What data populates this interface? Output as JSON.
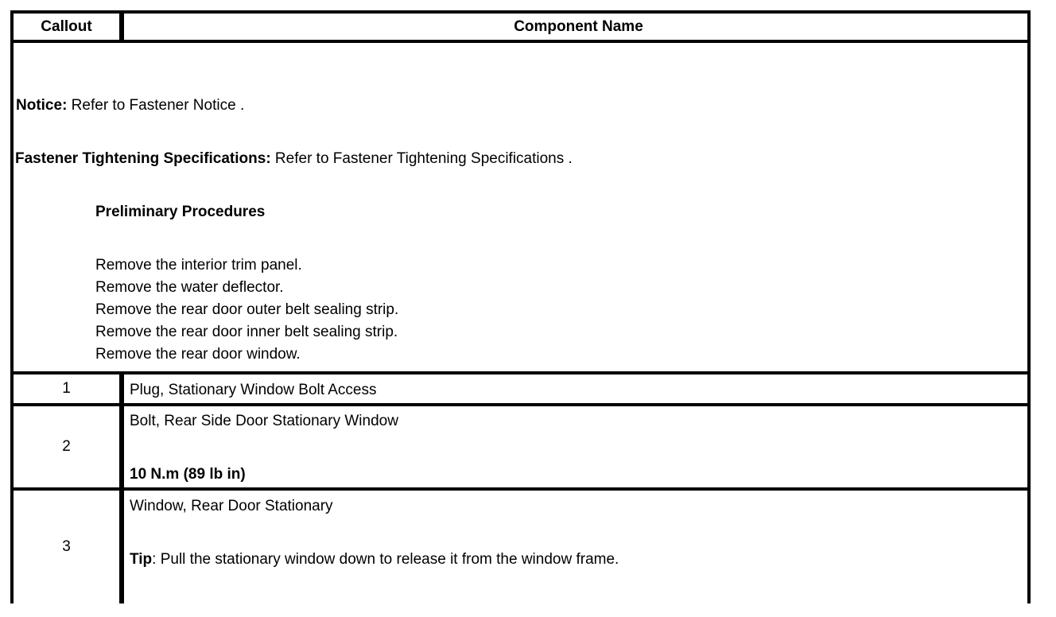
{
  "table": {
    "headers": {
      "callout": "Callout",
      "component_name": "Component Name"
    },
    "notice_block": {
      "notice_label": "Notice:",
      "notice_text": " Refer to Fastener Notice .",
      "fastener_label": "Fastener Tightening Specifications:",
      "fastener_text": " Refer to Fastener Tightening Specifications .",
      "preliminary_heading": "Preliminary Procedures",
      "steps": [
        "Remove the interior trim panel.",
        "Remove the water deflector.",
        "Remove the rear door outer belt sealing strip.",
        "Remove the rear door inner belt sealing strip.",
        "Remove the rear door window."
      ]
    },
    "rows": [
      {
        "callout": "1",
        "title": "Plug, Stationary Window Bolt Access"
      },
      {
        "callout": "2",
        "title": "Bolt, Rear Side Door Stationary Window",
        "torque": "10 N.m (89 lb in)"
      },
      {
        "callout": "3",
        "title": "Window, Rear Door Stationary",
        "tip_label": "Tip",
        "tip_text": ": Pull the stationary window down to release it from the window frame."
      }
    ]
  },
  "colors": {
    "border": "#000000",
    "text": "#000000",
    "background": "#ffffff"
  }
}
